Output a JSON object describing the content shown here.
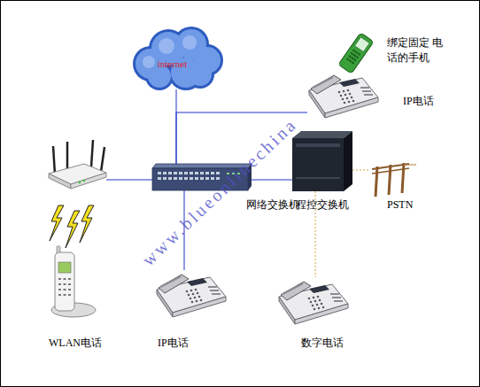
{
  "diagram": {
    "nodes": [
      {
        "text": [
          "internet"
        ]
      },
      {
        "text": [
          "绑定固定 电话的手机"
        ]
      },
      {
        "text": [
          "IP电话"
        ]
      },
      {
        "text": [
          "网络交换机"
        ]
      },
      {
        "text": [
          "程控交换机"
        ]
      },
      {
        "text": [
          "PSTN"
        ]
      },
      {
        "text": [
          "WLAN电话"
        ]
      },
      {
        "text": [
          "IP电话"
        ]
      },
      {
        "text": [
          "数字电话"
        ]
      }
    ],
    "edges": [
      {
        "from": 0,
        "to": 3,
        "arrow": "none"
      },
      {
        "from": 3,
        "to": 2,
        "arrow": "none"
      },
      {
        "from": 3,
        "to": 4,
        "arrow": "none"
      },
      {
        "from": 3,
        "to": 7,
        "arrow": "none"
      },
      {
        "from": 4,
        "to": 5,
        "arrow": "none"
      },
      {
        "from": 4,
        "to": 8,
        "arrow": "none"
      }
    ],
    "labels": [
      "www.blueonlinechina"
    ]
  }
}
